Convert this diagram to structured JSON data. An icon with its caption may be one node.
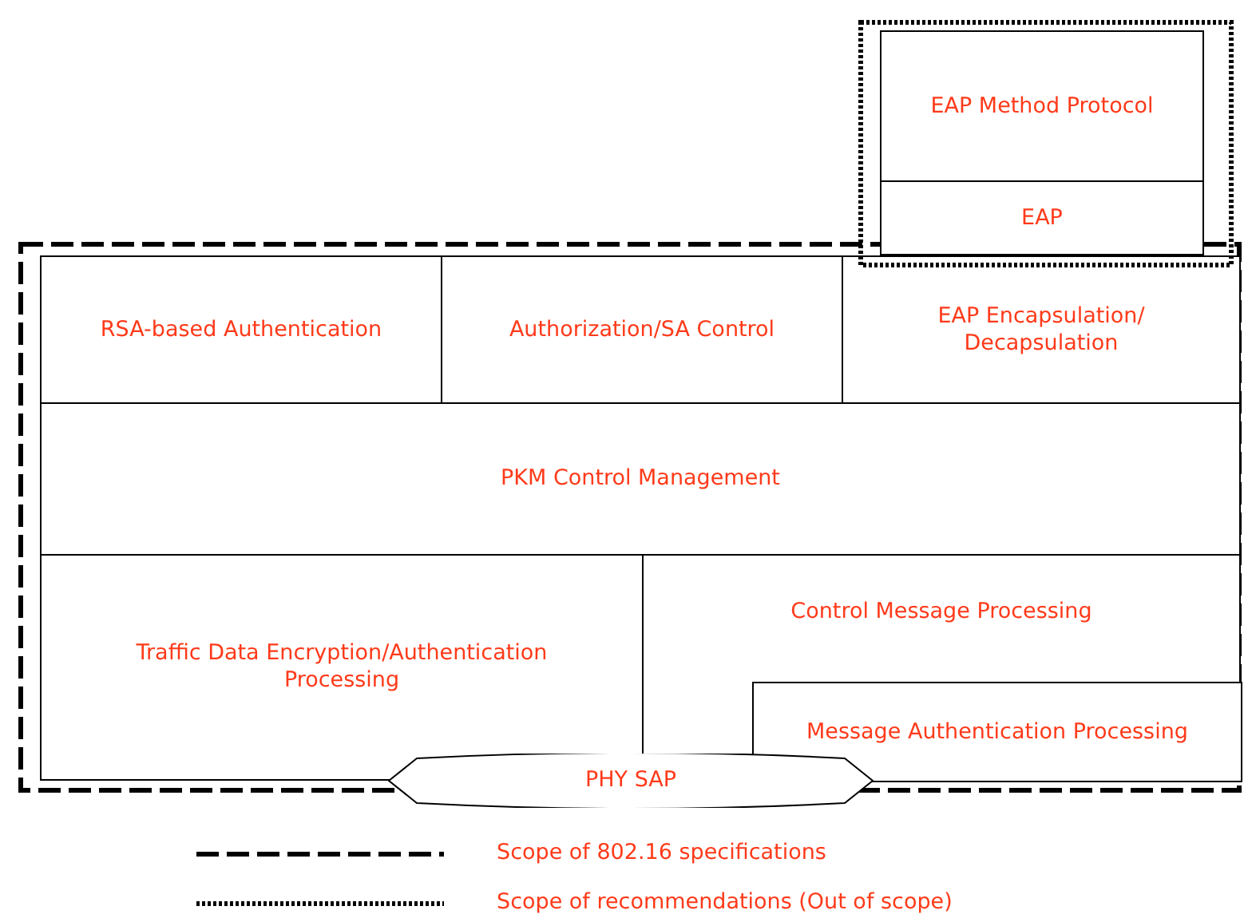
{
  "diagram": {
    "nodes": [
      {
        "text": [
          "EAP Method Protocol"
        ]
      },
      {
        "text": [
          "EAP"
        ]
      },
      {
        "text": [
          "RSA-based Authentication"
        ]
      },
      {
        "text": [
          "Authorization/SA Control"
        ]
      },
      {
        "text": [
          "EAP Encapsulation/ Decapsulation"
        ]
      },
      {
        "text": [
          "PKM Control Management"
        ]
      },
      {
        "text": [
          "Traffic Data Encryption/Authentication Processing"
        ]
      },
      {
        "text": [
          "Control Message Processing"
        ]
      },
      {
        "text": [
          "Message Authentication Processing"
        ],
        "in": 7
      },
      {
        "text": [
          "PHY SAP"
        ]
      }
    ],
    "edges": [],
    "legend": [
      {
        "text": "Scope of 802.16 specifications"
      },
      {
        "text": "Scope of recommendations (Out of scope)"
      }
    ]
  }
}
